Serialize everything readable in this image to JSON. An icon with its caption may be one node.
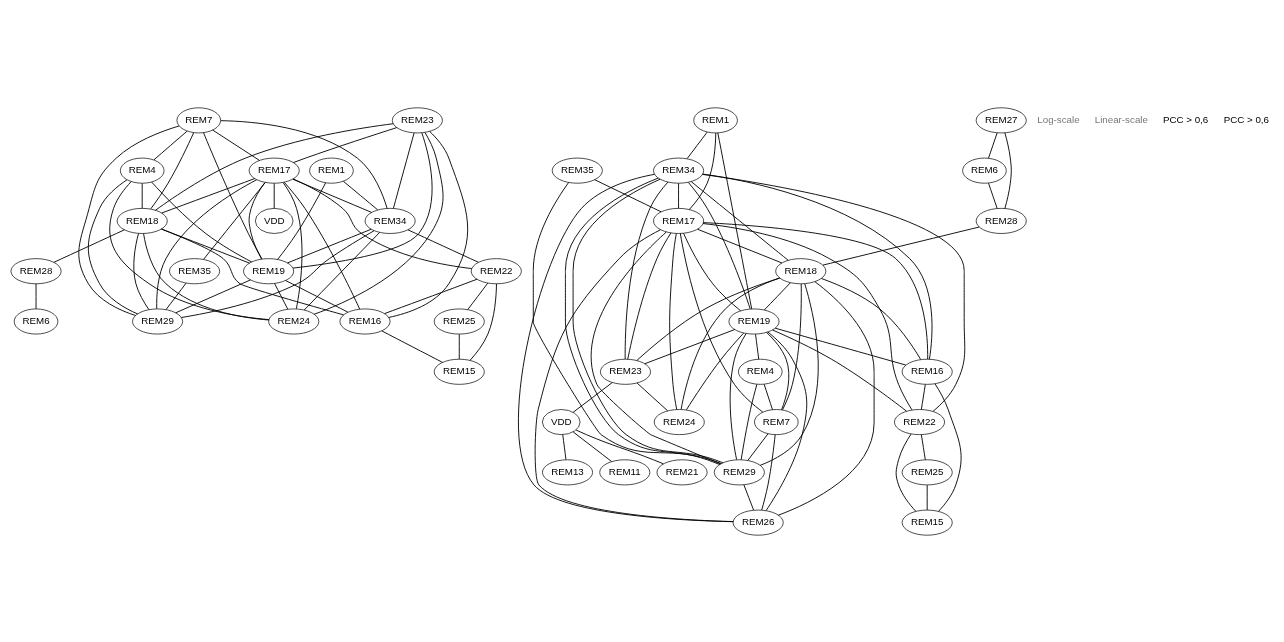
{
  "diagram": {
    "nodes": [
      {
        "text": [
          "REM1"
        ]
      },
      {
        "text": [
          "REM7"
        ]
      },
      {
        "text": [
          "REM23"
        ]
      },
      {
        "text": [
          "REM17"
        ]
      },
      {
        "text": [
          "REM4"
        ]
      },
      {
        "text": [
          "REM35"
        ]
      },
      {
        "text": [
          "REM34"
        ]
      },
      {
        "text": [
          "REM29"
        ]
      },
      {
        "text": [
          "REM18"
        ]
      },
      {
        "text": [
          "REM19"
        ]
      },
      {
        "text": [
          "REM24"
        ]
      },
      {
        "text": [
          "REM22"
        ]
      },
      {
        "text": [
          "REM16"
        ]
      },
      {
        "text": [
          "VDD"
        ]
      },
      {
        "text": [
          "REM28"
        ]
      },
      {
        "text": [
          "REM25"
        ]
      },
      {
        "text": [
          "REM15"
        ]
      },
      {
        "text": [
          "REM6"
        ]
      },
      {
        "text": [
          "REM35"
        ]
      },
      {
        "text": [
          "REM27"
        ]
      },
      {
        "text": [
          "REM6"
        ]
      },
      {
        "text": [
          "REM1"
        ]
      },
      {
        "text": [
          "REM28"
        ]
      },
      {
        "text": [
          "REM34"
        ]
      },
      {
        "text": [
          "REM17"
        ]
      },
      {
        "text": [
          "REM18"
        ]
      },
      {
        "text": [
          "REM19"
        ]
      },
      {
        "text": [
          "REM24"
        ]
      },
      {
        "text": [
          "REM4"
        ]
      },
      {
        "text": [
          "REM23"
        ]
      },
      {
        "text": [
          "REM26"
        ]
      },
      {
        "text": [
          "REM7"
        ]
      },
      {
        "text": [
          "REM29"
        ]
      },
      {
        "text": [
          "REM16"
        ]
      },
      {
        "text": [
          "REM11"
        ]
      },
      {
        "text": [
          "VDD"
        ]
      },
      {
        "text": [
          "REM22"
        ]
      },
      {
        "text": [
          "REM21"
        ]
      },
      {
        "text": [
          "REM13"
        ]
      },
      {
        "text": [
          "REM15"
        ]
      },
      {
        "text": [
          "REM25"
        ]
      }
    ],
    "edges": [
      {
        "from": 0,
        "to": 6,
        "arrow": "none"
      },
      {
        "from": 0,
        "to": 9,
        "arrow": "none"
      },
      {
        "from": 1,
        "to": 6,
        "arrow": "none"
      },
      {
        "from": 1,
        "to": 4,
        "arrow": "none"
      },
      {
        "from": 1,
        "to": 8,
        "arrow": "none"
      },
      {
        "from": 1,
        "to": 9,
        "arrow": "none"
      },
      {
        "from": 1,
        "to": 7,
        "arrow": "none"
      },
      {
        "from": 1,
        "to": 3,
        "arrow": "none"
      },
      {
        "from": 2,
        "to": 3,
        "arrow": "none"
      },
      {
        "from": 2,
        "to": 6,
        "arrow": "none"
      },
      {
        "from": 2,
        "to": 8,
        "arrow": "none"
      },
      {
        "from": 2,
        "to": 9,
        "arrow": "none"
      },
      {
        "from": 2,
        "to": 10,
        "arrow": "none"
      },
      {
        "from": 2,
        "to": 12,
        "arrow": "none"
      },
      {
        "from": 3,
        "to": 13,
        "arrow": "none"
      },
      {
        "from": 3,
        "to": 11,
        "arrow": "none"
      },
      {
        "from": 3,
        "to": 5,
        "arrow": "none"
      },
      {
        "from": 3,
        "to": 7,
        "arrow": "none"
      },
      {
        "from": 3,
        "to": 6,
        "arrow": "none"
      },
      {
        "from": 3,
        "to": 8,
        "arrow": "none"
      },
      {
        "from": 3,
        "to": 12,
        "arrow": "none"
      },
      {
        "from": 3,
        "to": 9,
        "arrow": "none"
      },
      {
        "from": 3,
        "to": 10,
        "arrow": "none"
      },
      {
        "from": 5,
        "to": 7,
        "arrow": "none"
      },
      {
        "from": 4,
        "to": 8,
        "arrow": "none"
      },
      {
        "from": 4,
        "to": 9,
        "arrow": "none"
      },
      {
        "from": 4,
        "to": 10,
        "arrow": "none"
      },
      {
        "from": 4,
        "to": 7,
        "arrow": "none"
      },
      {
        "from": 6,
        "to": 7,
        "arrow": "none"
      },
      {
        "from": 6,
        "to": 10,
        "arrow": "none"
      },
      {
        "from": 6,
        "to": 11,
        "arrow": "none"
      },
      {
        "from": 6,
        "to": 9,
        "arrow": "none"
      },
      {
        "from": 8,
        "to": 10,
        "arrow": "none"
      },
      {
        "from": 8,
        "to": 7,
        "arrow": "none"
      },
      {
        "from": 8,
        "to": 9,
        "arrow": "none"
      },
      {
        "from": 8,
        "to": 12,
        "arrow": "none"
      },
      {
        "from": 8,
        "to": 14,
        "arrow": "none"
      },
      {
        "from": 9,
        "to": 10,
        "arrow": "none"
      },
      {
        "from": 9,
        "to": 12,
        "arrow": "none"
      },
      {
        "from": 9,
        "to": 7,
        "arrow": "none"
      },
      {
        "from": 11,
        "to": 12,
        "arrow": "none"
      },
      {
        "from": 11,
        "to": 15,
        "arrow": "none"
      },
      {
        "from": 11,
        "to": 16,
        "arrow": "none"
      },
      {
        "from": 12,
        "to": 16,
        "arrow": "none"
      },
      {
        "from": 15,
        "to": 16,
        "arrow": "none"
      },
      {
        "from": 14,
        "to": 17,
        "arrow": "none"
      },
      {
        "from": 19,
        "to": 20,
        "arrow": "none"
      },
      {
        "from": 19,
        "to": 22,
        "arrow": "none"
      },
      {
        "from": 20,
        "to": 22,
        "arrow": "none"
      },
      {
        "from": 22,
        "to": 25,
        "arrow": "none"
      },
      {
        "from": 18,
        "to": 24,
        "arrow": "none"
      },
      {
        "from": 18,
        "to": 32,
        "arrow": "none"
      },
      {
        "from": 21,
        "to": 24,
        "arrow": "none"
      },
      {
        "from": 21,
        "to": 23,
        "arrow": "none"
      },
      {
        "from": 21,
        "to": 26,
        "arrow": "none"
      },
      {
        "from": 23,
        "to": 24,
        "arrow": "none"
      },
      {
        "from": 23,
        "to": 26,
        "arrow": "none"
      },
      {
        "from": 23,
        "to": 25,
        "arrow": "none"
      },
      {
        "from": 23,
        "to": 32,
        "arrow": "none"
      },
      {
        "from": 23,
        "to": 32,
        "arrow": "none"
      },
      {
        "from": 23,
        "to": 29,
        "arrow": "none"
      },
      {
        "from": 23,
        "to": 30,
        "arrow": "none"
      },
      {
        "from": 23,
        "to": 33,
        "arrow": "none"
      },
      {
        "from": 23,
        "to": 36,
        "arrow": "none"
      },
      {
        "from": 24,
        "to": 26,
        "arrow": "none"
      },
      {
        "from": 24,
        "to": 25,
        "arrow": "none"
      },
      {
        "from": 24,
        "to": 31,
        "arrow": "none"
      },
      {
        "from": 24,
        "to": 32,
        "arrow": "none"
      },
      {
        "from": 24,
        "to": 29,
        "arrow": "none"
      },
      {
        "from": 24,
        "to": 36,
        "arrow": "none"
      },
      {
        "from": 24,
        "to": 27,
        "arrow": "none"
      },
      {
        "from": 24,
        "to": 30,
        "arrow": "none"
      },
      {
        "from": 24,
        "to": 33,
        "arrow": "none"
      },
      {
        "from": 25,
        "to": 26,
        "arrow": "none"
      },
      {
        "from": 25,
        "to": 27,
        "arrow": "none"
      },
      {
        "from": 25,
        "to": 30,
        "arrow": "none"
      },
      {
        "from": 25,
        "to": 31,
        "arrow": "none"
      },
      {
        "from": 25,
        "to": 29,
        "arrow": "none"
      },
      {
        "from": 25,
        "to": 32,
        "arrow": "none"
      },
      {
        "from": 25,
        "to": 33,
        "arrow": "none"
      },
      {
        "from": 26,
        "to": 28,
        "arrow": "none"
      },
      {
        "from": 26,
        "to": 31,
        "arrow": "none"
      },
      {
        "from": 26,
        "to": 32,
        "arrow": "none"
      },
      {
        "from": 26,
        "to": 36,
        "arrow": "none"
      },
      {
        "from": 26,
        "to": 27,
        "arrow": "none"
      },
      {
        "from": 26,
        "to": 30,
        "arrow": "none"
      },
      {
        "from": 26,
        "to": 29,
        "arrow": "none"
      },
      {
        "from": 26,
        "to": 33,
        "arrow": "none"
      },
      {
        "from": 28,
        "to": 31,
        "arrow": "none"
      },
      {
        "from": 28,
        "to": 32,
        "arrow": "none"
      },
      {
        "from": 31,
        "to": 32,
        "arrow": "none"
      },
      {
        "from": 31,
        "to": 30,
        "arrow": "none"
      },
      {
        "from": 29,
        "to": 27,
        "arrow": "none"
      },
      {
        "from": 29,
        "to": 35,
        "arrow": "none"
      },
      {
        "from": 32,
        "to": 30,
        "arrow": "none"
      },
      {
        "from": 33,
        "to": 36,
        "arrow": "none"
      },
      {
        "from": 33,
        "to": 39,
        "arrow": "none"
      },
      {
        "from": 36,
        "to": 39,
        "arrow": "none"
      },
      {
        "from": 36,
        "to": 40,
        "arrow": "none"
      },
      {
        "from": 40,
        "to": 39,
        "arrow": "none"
      },
      {
        "from": 35,
        "to": 34,
        "arrow": "none"
      },
      {
        "from": 35,
        "to": 37,
        "arrow": "none"
      },
      {
        "from": 35,
        "to": 38,
        "arrow": "none"
      }
    ],
    "labels": [
      "Log-scale",
      "Linear-scale",
      "PCC > 0,6",
      "PCC > 0,6"
    ]
  }
}
